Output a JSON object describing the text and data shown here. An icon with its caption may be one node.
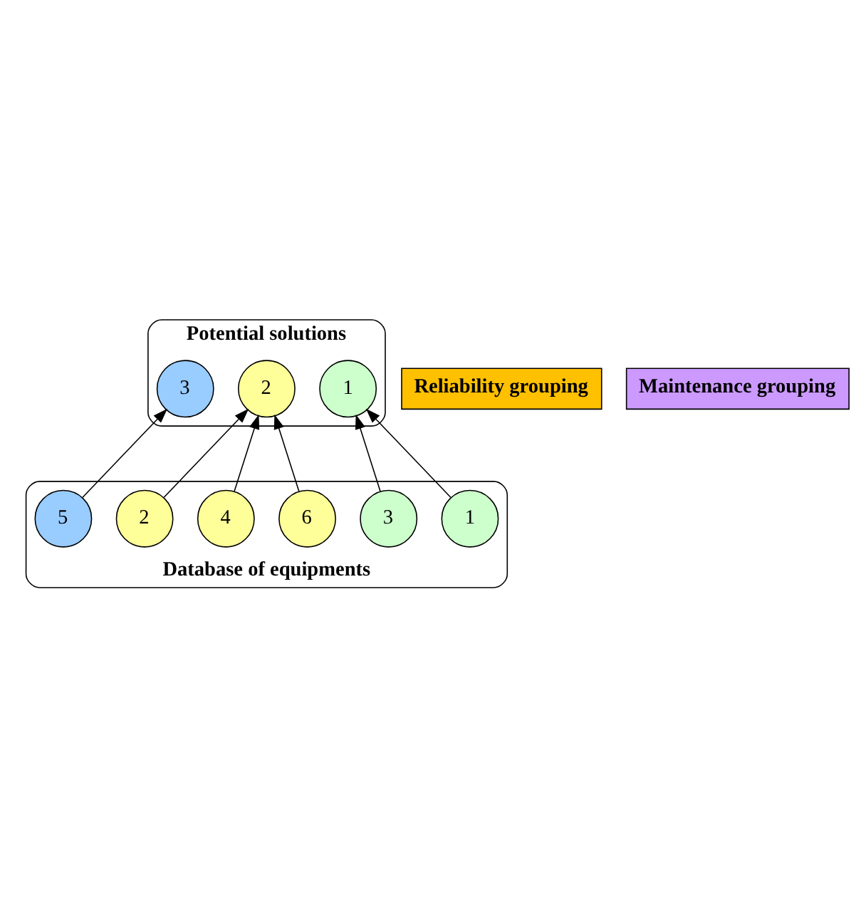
{
  "diagram": {
    "nodes": [
      {
        "text": [
          "Potential solutions"
        ]
      },
      {
        "text": [
          "1"
        ],
        "in": 0
      },
      {
        "text": [
          "2"
        ],
        "in": 0
      },
      {
        "text": [
          "3"
        ],
        "in": 0
      },
      {
        "text": [
          "Reliability grouping"
        ]
      },
      {
        "text": [
          "Maintenance grouping"
        ]
      },
      {
        "text": [
          "Database of equipments"
        ]
      },
      {
        "text": [
          "1"
        ],
        "in": 6
      },
      {
        "text": [
          "2"
        ],
        "in": 6
      },
      {
        "text": [
          "3"
        ],
        "in": 6
      },
      {
        "text": [
          "4"
        ],
        "in": 6
      },
      {
        "text": [
          "5"
        ],
        "in": 6
      },
      {
        "text": [
          "6"
        ],
        "in": 6
      }
    ],
    "edges": [
      {
        "from": 7,
        "to": 1,
        "arrow": "to"
      },
      {
        "from": 9,
        "to": 1,
        "arrow": "to"
      },
      {
        "from": 8,
        "to": 2,
        "arrow": "to"
      },
      {
        "from": 10,
        "to": 2,
        "arrow": "to"
      },
      {
        "from": 12,
        "to": 2,
        "arrow": "to"
      },
      {
        "from": 11,
        "to": 3,
        "arrow": "to"
      }
    ]
  }
}
